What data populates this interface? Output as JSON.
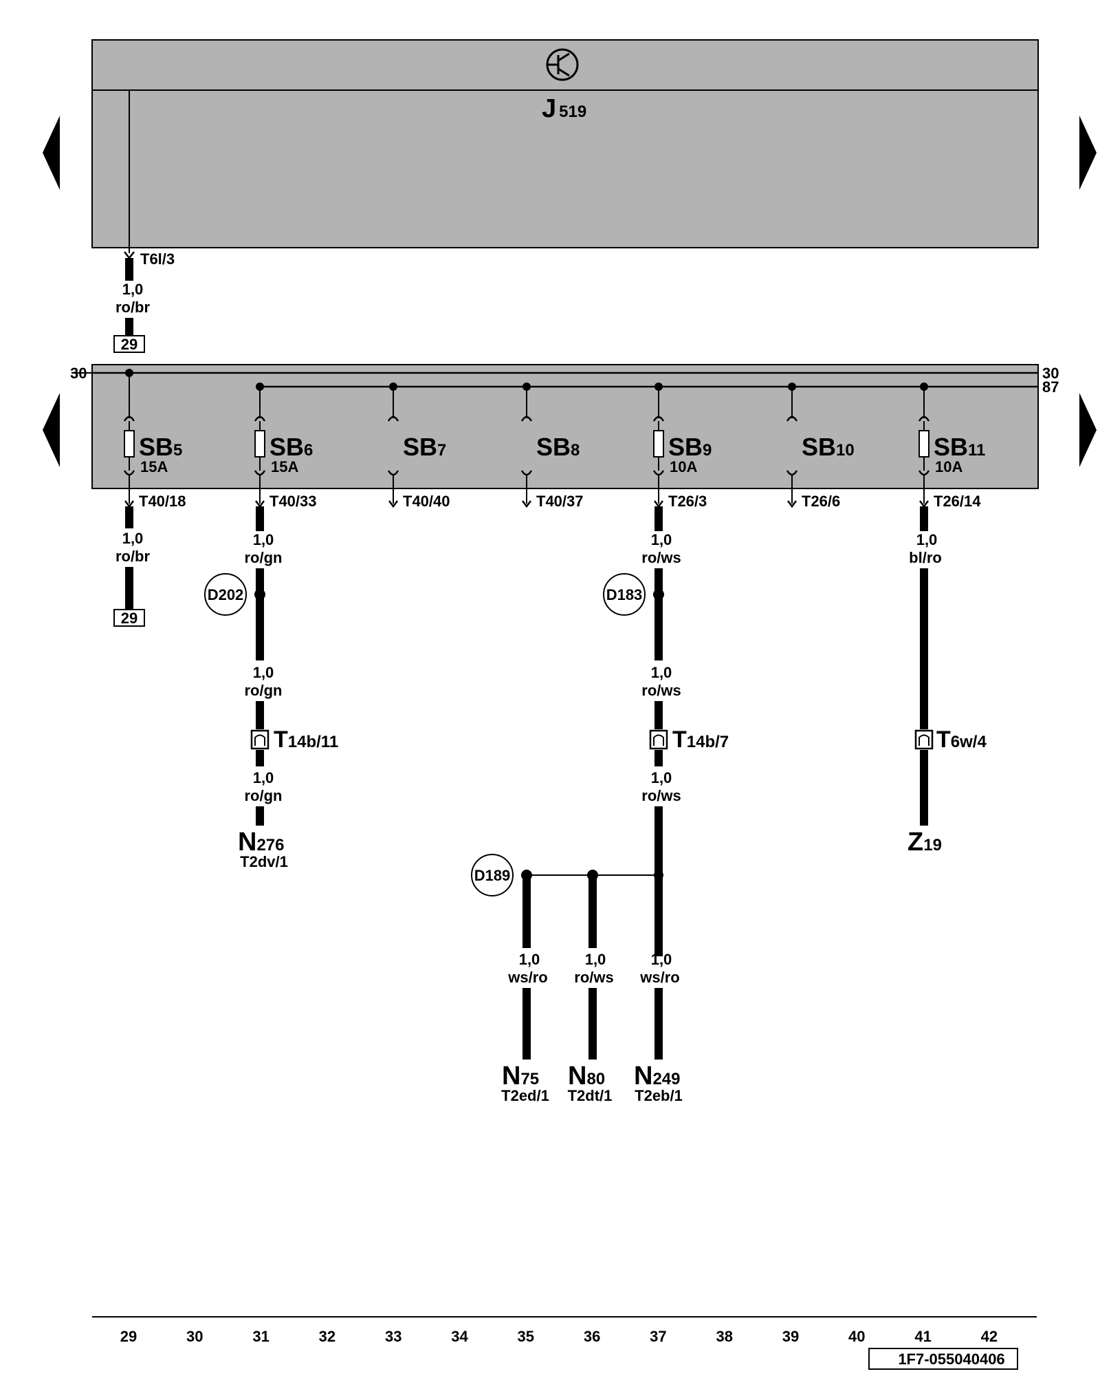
{
  "control_unit": {
    "letter": "J",
    "sub": "519",
    "connector": "T6l/3"
  },
  "fuse_box": {
    "rail_30_left": "30",
    "rail_30_right": "30",
    "rail_87_right": "87"
  },
  "fuses": [
    {
      "letter": "SB",
      "sub": "5",
      "rating": "15A",
      "terminal": "T40/18"
    },
    {
      "letter": "SB",
      "sub": "6",
      "rating": "15A",
      "terminal": "T40/33"
    },
    {
      "letter": "SB",
      "sub": "7",
      "rating": "",
      "terminal": "T40/40"
    },
    {
      "letter": "SB",
      "sub": "8",
      "rating": "",
      "terminal": "T40/37"
    },
    {
      "letter": "SB",
      "sub": "9",
      "rating": "10A",
      "terminal": "T26/3"
    },
    {
      "letter": "SB",
      "sub": "10",
      "rating": "",
      "terminal": "T26/6"
    },
    {
      "letter": "SB",
      "sub": "11",
      "rating": "10A",
      "terminal": "T26/14"
    }
  ],
  "wires": [
    {
      "size": "1,0",
      "color": "ro/br"
    },
    {
      "size": "1,0",
      "color": "ro/br"
    },
    {
      "size": "1,0",
      "color": "ro/gn"
    },
    {
      "size": "1,0",
      "color": "ro/gn"
    },
    {
      "size": "1,0",
      "color": "ro/gn"
    },
    {
      "size": "1,0",
      "color": "ro/ws"
    },
    {
      "size": "1,0",
      "color": "ro/ws"
    },
    {
      "size": "1,0",
      "color": "ro/ws"
    },
    {
      "size": "1,0",
      "color": "bl/ro"
    },
    {
      "size": "1,0",
      "color": "ws/ro"
    },
    {
      "size": "1,0",
      "color": "ro/ws"
    },
    {
      "size": "1,0",
      "color": "ws/ro"
    }
  ],
  "refs": [
    "29",
    "29"
  ],
  "splices": [
    "D202",
    "D183",
    "D189"
  ],
  "connectors": [
    {
      "letter": "T",
      "sub": "14b/11"
    },
    {
      "letter": "T",
      "sub": "14b/7"
    },
    {
      "letter": "T",
      "sub": "6w/4"
    }
  ],
  "components": [
    {
      "letter": "N",
      "sub": "276",
      "pin": "T2dv/1"
    },
    {
      "letter": "Z",
      "sub": "19",
      "pin": ""
    },
    {
      "letter": "N",
      "sub": "75",
      "pin": "T2ed/1"
    },
    {
      "letter": "N",
      "sub": "80",
      "pin": "T2dt/1"
    },
    {
      "letter": "N",
      "sub": "249",
      "pin": "T2eb/1"
    }
  ],
  "track_numbers": [
    "29",
    "30",
    "31",
    "32",
    "33",
    "34",
    "35",
    "36",
    "37",
    "38",
    "39",
    "40",
    "41",
    "42"
  ],
  "diagram_code": "1F7-055040406"
}
